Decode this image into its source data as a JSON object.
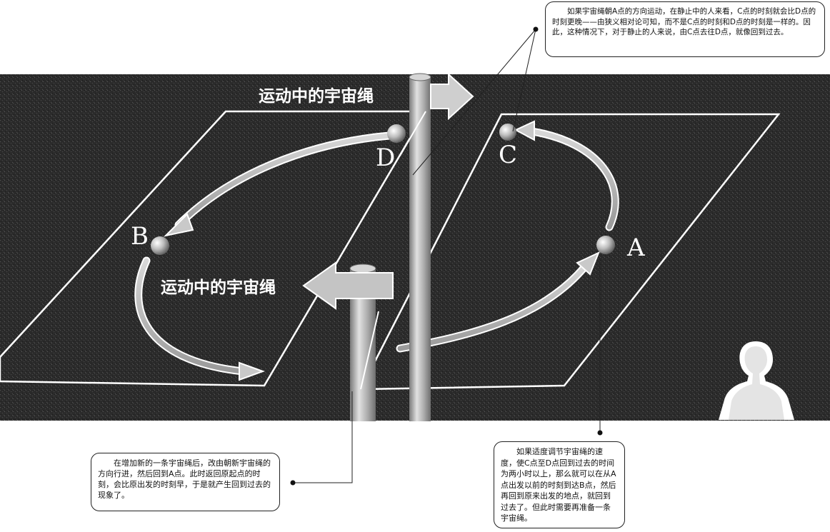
{
  "labels": {
    "rope_top": "运动中的宇宙绳",
    "rope_bottom": "运动中的宇宙绳",
    "point_a": "A",
    "point_b": "B",
    "point_c": "C",
    "point_d": "D"
  },
  "callouts": {
    "top": "如果宇宙绳朝A点的方向运动，在静止中的人来看，C点的时刻就会比D点的时刻更晚——由狭义相对论可知，而不是C点的时刻和D点的时刻是一样的。因此，这种情况下，对于静止的人来说，由C点去往D点，就像回到过去。",
    "left": "在增加新的一条宇宙绳后，改由朝新宇宙绳的方向行进，然后回到A点。此时返回原起点的时刻，会比原出发的时刻早，于是就产生回到过去的现象了。",
    "right": "如果适度调节宇宙绳的速度，使C点至D点回到过去的时间为两小时以上，那么就可以在从A点出发以前的时刻到达B点，然后再回到原来出发的地点，就回到过去了。但此时需要再准备一条宇宙绳。"
  },
  "colors": {
    "background": "#2a2a2a",
    "frame": "#ffffff",
    "arrow": "#b8b8b8",
    "pole": "#bdbdbd"
  }
}
